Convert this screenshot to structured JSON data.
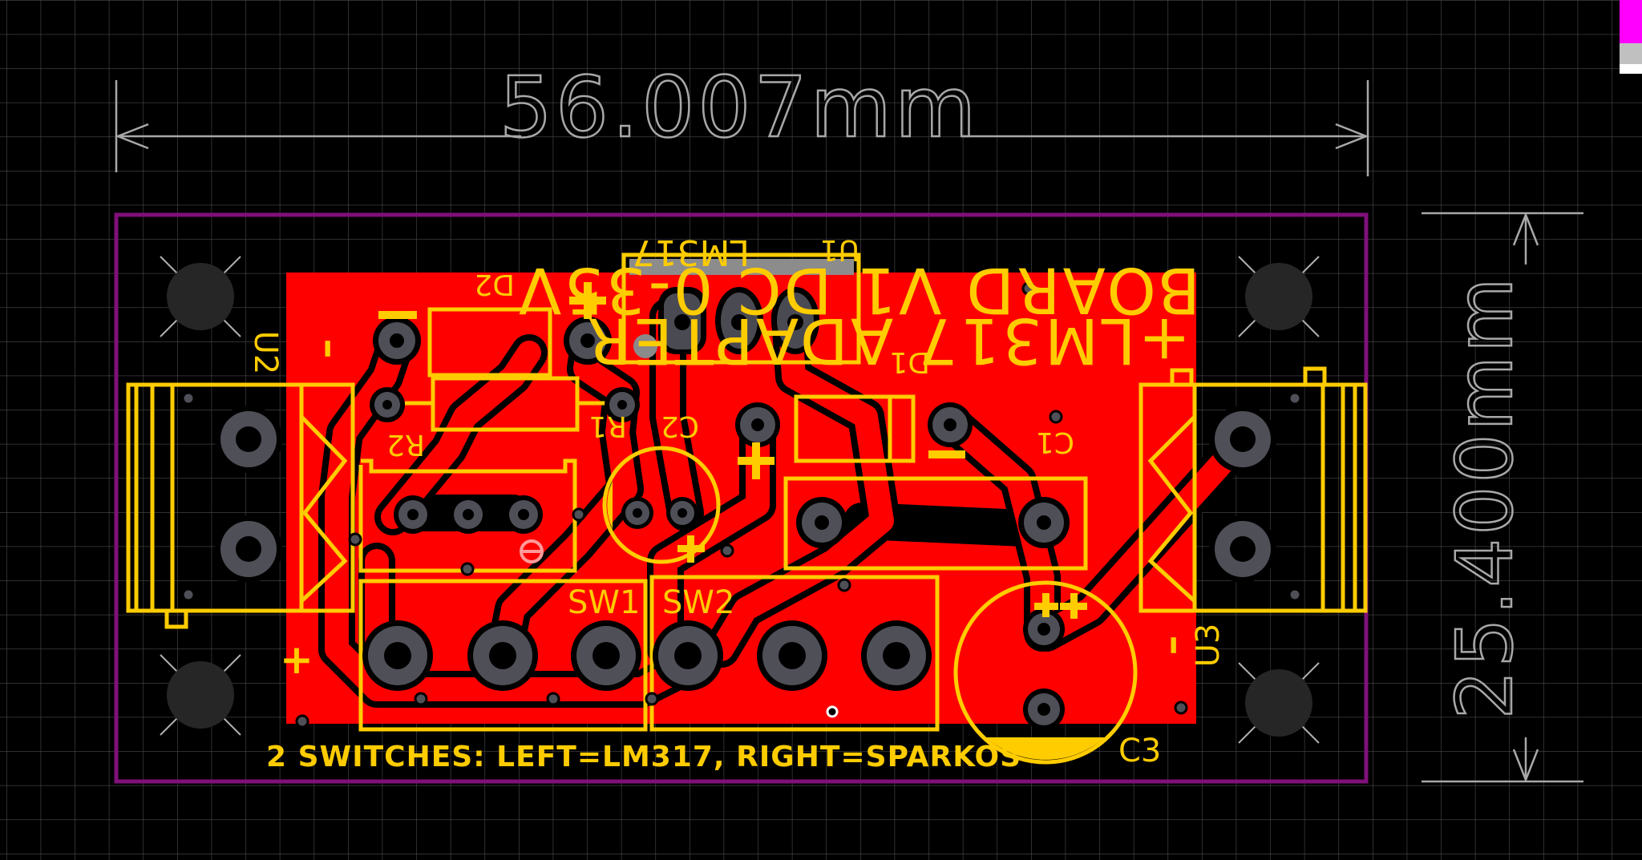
{
  "canvas": {
    "background": "#000000",
    "grid_color": "#5a5a5a"
  },
  "dimensions": {
    "width_label": "56.007mm",
    "height_label": "25.400mm"
  },
  "colors": {
    "top_copper": "#ff0000",
    "silkscreen": "#ffcc00",
    "board_outline": "#800080",
    "dimension": "#aaaaaa",
    "pad": "#4a4a50",
    "mount_hole": "#222222"
  },
  "silkscreen_text": {
    "title_line1": "BOARD V1 DC 0-35V",
    "title_line2": "+LM317 ADAPTER",
    "footer": "2 SWITCHES: LEFT=LM317, RIGHT=SPARKOS"
  },
  "designators": {
    "u1": "U1",
    "u1_value": "LM317",
    "d1": "D1",
    "d2": "D2",
    "r1": "R1",
    "r2": "R2",
    "c1": "C1",
    "c2": "C2",
    "c3": "C3",
    "u2": "U2",
    "u3": "U3",
    "sw1": "SW1",
    "sw2": "SW2"
  },
  "polarity": {
    "plus": "+",
    "minus": "–"
  },
  "layer_swatches": [
    {
      "name": "top-layer-swatch",
      "color": "#ff00ff"
    },
    {
      "name": "multi-layer-swatch",
      "color": "#c0c0c0"
    },
    {
      "name": "background-swatch",
      "color": "#ffffff"
    }
  ]
}
